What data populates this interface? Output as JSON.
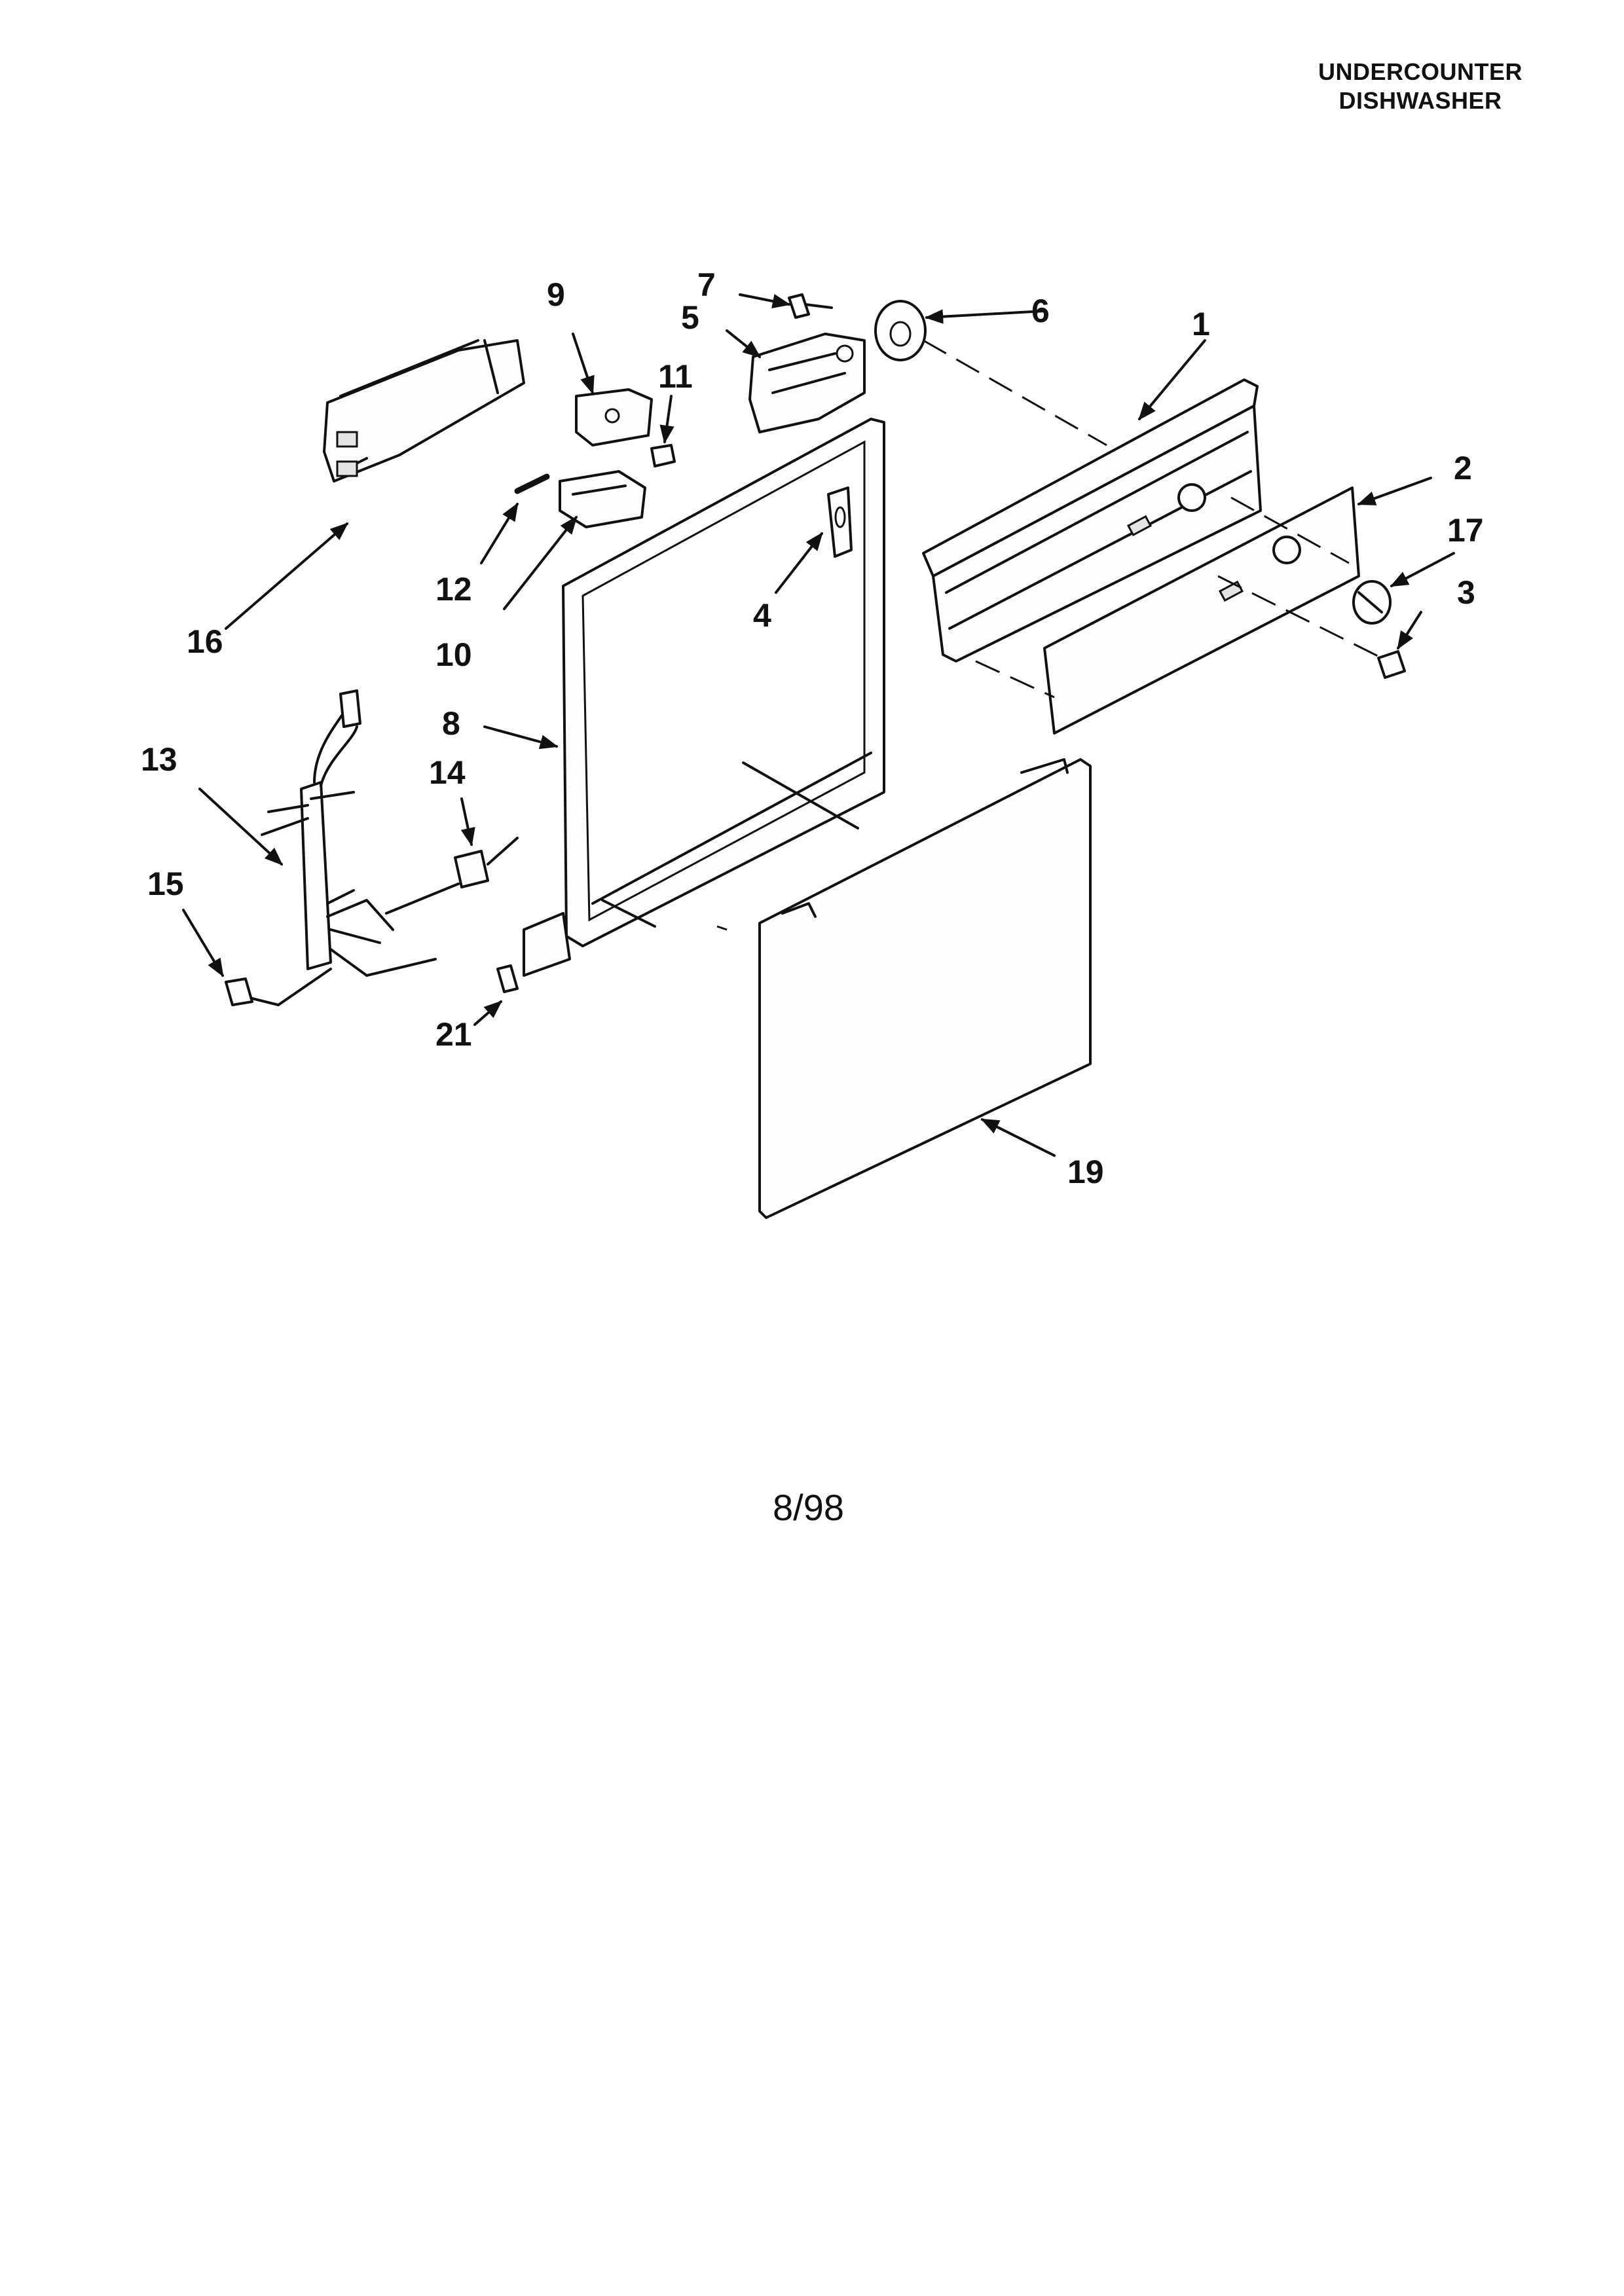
{
  "header": {
    "line1": "UNDERCOUNTER",
    "line2": "DISHWASHER"
  },
  "footer": {
    "date": "8/98"
  },
  "callouts": [
    {
      "id": "c1",
      "label": "1"
    },
    {
      "id": "c2",
      "label": "2"
    },
    {
      "id": "c3",
      "label": "3"
    },
    {
      "id": "c4",
      "label": "4"
    },
    {
      "id": "c5",
      "label": "5"
    },
    {
      "id": "c6",
      "label": "6"
    },
    {
      "id": "c7",
      "label": "7"
    },
    {
      "id": "c8",
      "label": "8"
    },
    {
      "id": "c9",
      "label": "9"
    },
    {
      "id": "c10",
      "label": "10"
    },
    {
      "id": "c11",
      "label": "11"
    },
    {
      "id": "c12",
      "label": "12"
    },
    {
      "id": "c13",
      "label": "13"
    },
    {
      "id": "c14",
      "label": "14"
    },
    {
      "id": "c15",
      "label": "15"
    },
    {
      "id": "c16",
      "label": "16"
    },
    {
      "id": "c17",
      "label": "17"
    },
    {
      "id": "c19",
      "label": "19"
    },
    {
      "id": "c21",
      "label": "21"
    }
  ]
}
